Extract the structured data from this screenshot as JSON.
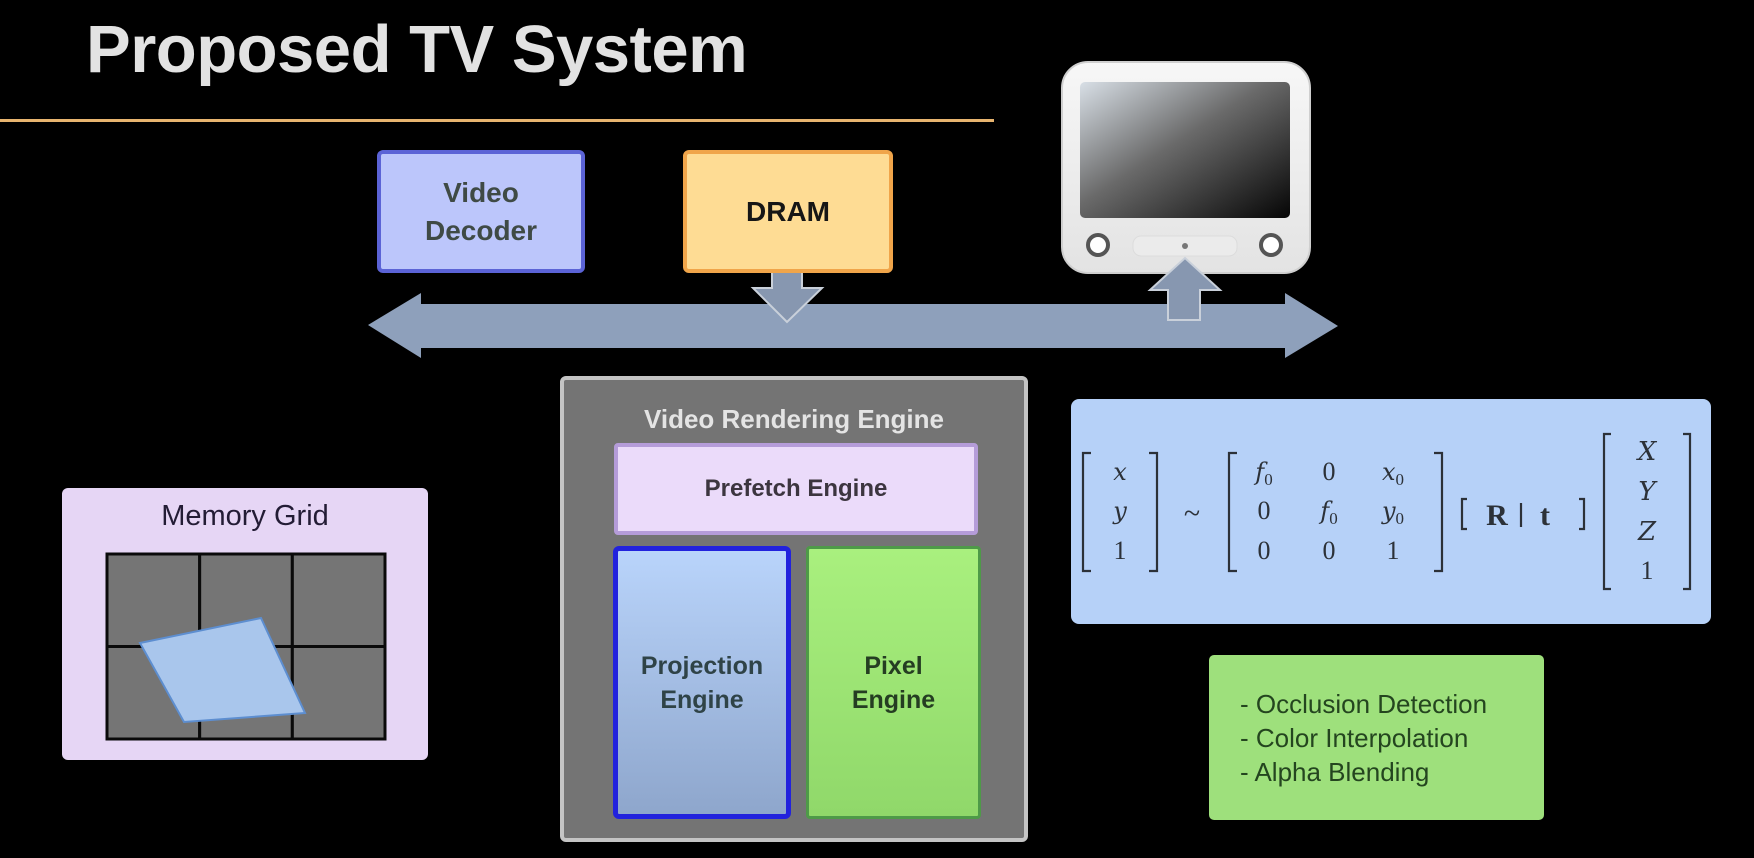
{
  "slide": {
    "title": "Proposed TV System",
    "accent_color": "#e7b46f"
  },
  "components": {
    "video_decoder": {
      "line1": "Video",
      "line2": "Decoder",
      "fill": "#bcc6fb",
      "border": "#5b63d6"
    },
    "dram": {
      "label": "DRAM",
      "fill": "#fedc94",
      "border": "#f0a54a"
    },
    "display": {
      "icon": "tv-monitor-icon"
    },
    "bus": {
      "icon": "bidirectional-bus-arrow",
      "color": "#8ea0bb"
    },
    "video_rendering_engine": {
      "title": "Video Rendering Engine",
      "prefetch": "Prefetch Engine",
      "projection": {
        "line1": "Projection",
        "line2": "Engine"
      },
      "pixel": {
        "line1": "Pixel",
        "line2": "Engine"
      }
    },
    "memory_grid": {
      "title": "Memory Grid",
      "rows": 2,
      "cols": 3
    },
    "projection_equation": {
      "lhs": [
        "x",
        "y",
        "1"
      ],
      "relation": "~",
      "intrinsics": [
        [
          "f0",
          "0",
          "x0"
        ],
        [
          "0",
          "f0",
          "y0"
        ],
        [
          "0",
          "0",
          "1"
        ]
      ],
      "extrinsics": "[ R | t ]",
      "world_point": [
        "X",
        "Y",
        "Z",
        "1"
      ]
    },
    "pixel_features": [
      "- Occlusion Detection",
      "- Color Interpolation",
      "- Alpha Blending"
    ]
  }
}
